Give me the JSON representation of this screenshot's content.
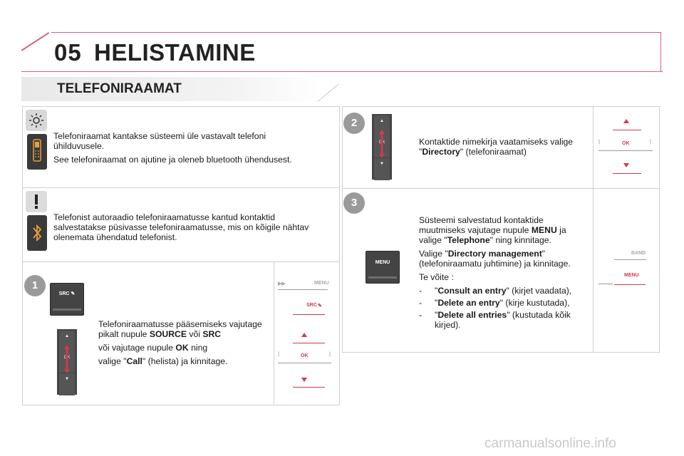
{
  "header": {
    "chapter_number": "05",
    "chapter_title": "HELISTAMINE"
  },
  "section": {
    "title": "TELEFONIRAAMAT"
  },
  "note_tip": {
    "icon": "lightbulb-icon",
    "line1": "Telefoniraamat kantakse süsteemi üle vastavalt telefoni ühilduvusele.",
    "line2": "See telefoniraamat on ajutine ja oleneb bluetooth ühendusest."
  },
  "note_warning": {
    "icon": "exclamation-icon",
    "text": "Telefonist autoraadio telefoniraamatusse kantud kontaktid salvestatakse püsivasse telefoniraamatusse, mis on kõigile nähtav olenemata ühendatud telefonist."
  },
  "step1": {
    "number": "1",
    "line1_a": "Telefoniraamatusse pääsemiseks vajutage pikalt nupule ",
    "line1_b": "SOURCE",
    "line1_c": " või ",
    "line1_d": "SRC",
    "line2_a": "või vajutage nupule ",
    "line2_b": "OK",
    "line2_c": " ning",
    "line3_a": "valige \"",
    "line3_b": "Call",
    "line3_c": "\" (helista) ja kinnitage.",
    "key_src": "SRC",
    "key_ok": "OK",
    "panel_menu": "MENU",
    "panel_src": "SRC",
    "panel_ok": "OK"
  },
  "step2": {
    "number": "2",
    "text_a": "Kontaktide nimekirja vaatamiseks valige \"",
    "text_b": "Directory",
    "text_c": "\" (telefoniraamat)",
    "key_ok": "OK",
    "panel_ok": "OK"
  },
  "step3": {
    "number": "3",
    "p1_a": "Süsteemi salvestatud kontaktide muutmiseks vajutage nupule ",
    "p1_b": "MENU",
    "p1_c": " ja valige \"",
    "p1_d": "Telephone",
    "p1_e": "\" ning kinnitage.",
    "p2_a": "Valige \"",
    "p2_b": "Directory management",
    "p2_c": "\" (telefoniraamatu juhtimine) ja kinnitage.",
    "p3": "Te võite :",
    "items": [
      {
        "dash": "-",
        "a": "\"",
        "b": "Consult an entry",
        "c": "\" (kirjet vaadata),"
      },
      {
        "dash": "-",
        "a": "\"",
        "b": "Delete an entry",
        "c": "\" (kirje kustutada),"
      },
      {
        "dash": "-",
        "a": "\"",
        "b": "Delete all entries",
        "c": "\" (kustutada kõik kirjed)."
      }
    ],
    "key_menu": "MENU",
    "panel_band": "BAND",
    "panel_menu": "MENU"
  },
  "footer": {
    "watermark": "carmanualsonline.info"
  },
  "colors": {
    "accent": "#d23a4c",
    "header_rule": "#d9607a",
    "box_border": "#cfcfcf"
  }
}
